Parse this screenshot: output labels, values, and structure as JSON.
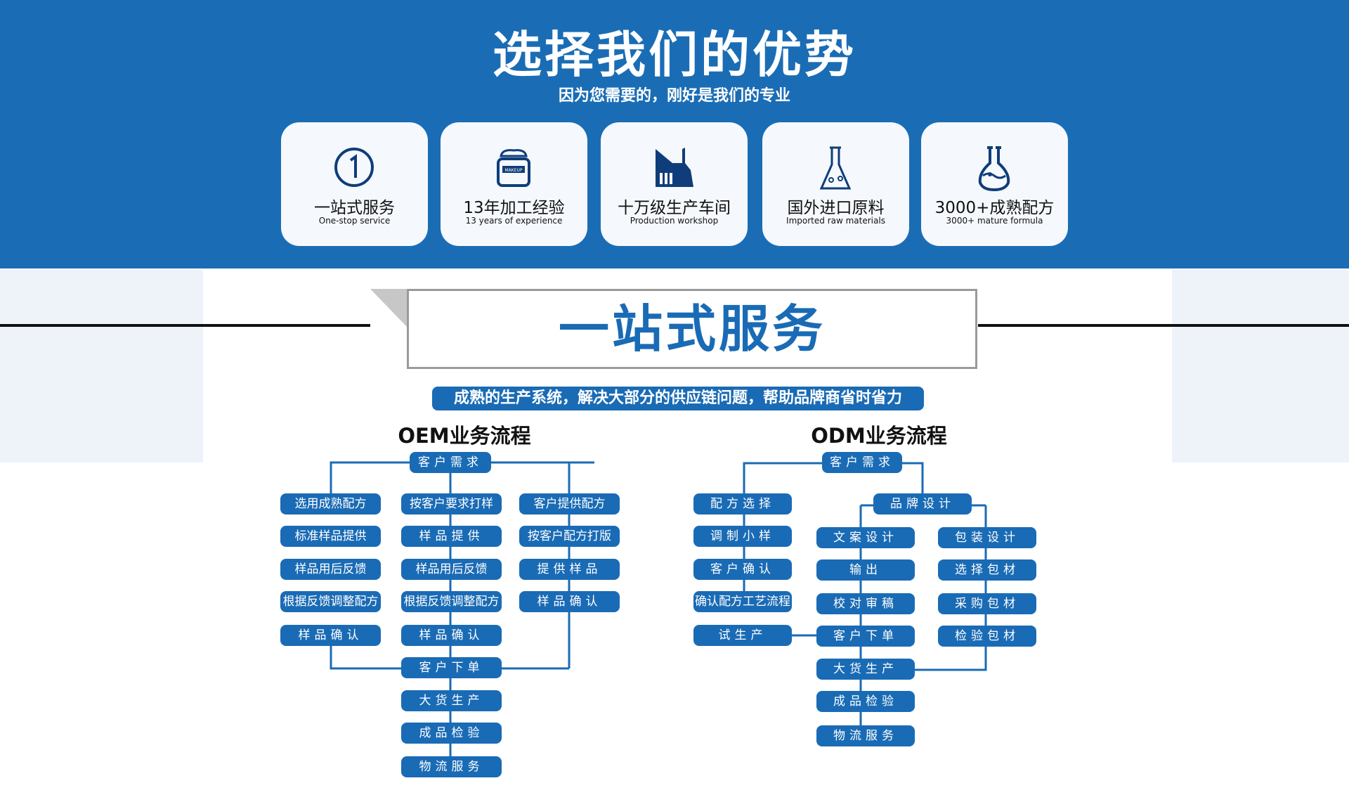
{
  "header": {
    "title": "选择我们的优势",
    "subtitle": "因为您需要的，刚好是我们的专业"
  },
  "cards": [
    {
      "icon": "number-one-icon",
      "title": "一站式服务",
      "subtitle": "One-stop service"
    },
    {
      "icon": "makeup-jar-icon",
      "title": "13年加工经验",
      "subtitle": "13 years of experience",
      "icon_text": "MAKEUP"
    },
    {
      "icon": "factory-icon",
      "title": "十万级生产车间",
      "subtitle": "Production workshop"
    },
    {
      "icon": "flask-icon",
      "title": "国外进口原料",
      "subtitle": "Imported raw materials"
    },
    {
      "icon": "beaker-icon",
      "title": "3000+成熟配方",
      "subtitle": "3000+ mature formula"
    }
  ],
  "section": {
    "title": "一站式服务",
    "banner": "成熟的生产系统，解决大部分的供应链问题，帮助品牌商省时省力"
  },
  "oem": {
    "title": "OEM业务流程",
    "nodes": [
      "客户需求",
      "选用成熟配方",
      "标准样品提供",
      "样品用后反馈",
      "根据反馈调整配方",
      "样品确认",
      "按客户要求打样",
      "样品提供",
      "样品用后反馈",
      "根据反馈调整配方",
      "样品确认",
      "客户提供配方",
      "按客户配方打版",
      "提供样品",
      "样品确认",
      "客户下单",
      "大货生产",
      "成品检验",
      "物流服务"
    ]
  },
  "odm": {
    "title": "ODM业务流程",
    "nodes": [
      "客户需求",
      "配方选择",
      "调制小样",
      "客户确认",
      "确认配方工艺流程",
      "试生产",
      "品牌设计",
      "文案设计",
      "输出",
      "校对审稿",
      "客户下单",
      "大货生产",
      "成品检验",
      "物流服务",
      "包装设计",
      "选择包材",
      "采购包材",
      "检验包材"
    ]
  },
  "colors": {
    "primary": "#1a6bb5",
    "band": "#1a6db5",
    "icon": "#0f3d7a"
  }
}
